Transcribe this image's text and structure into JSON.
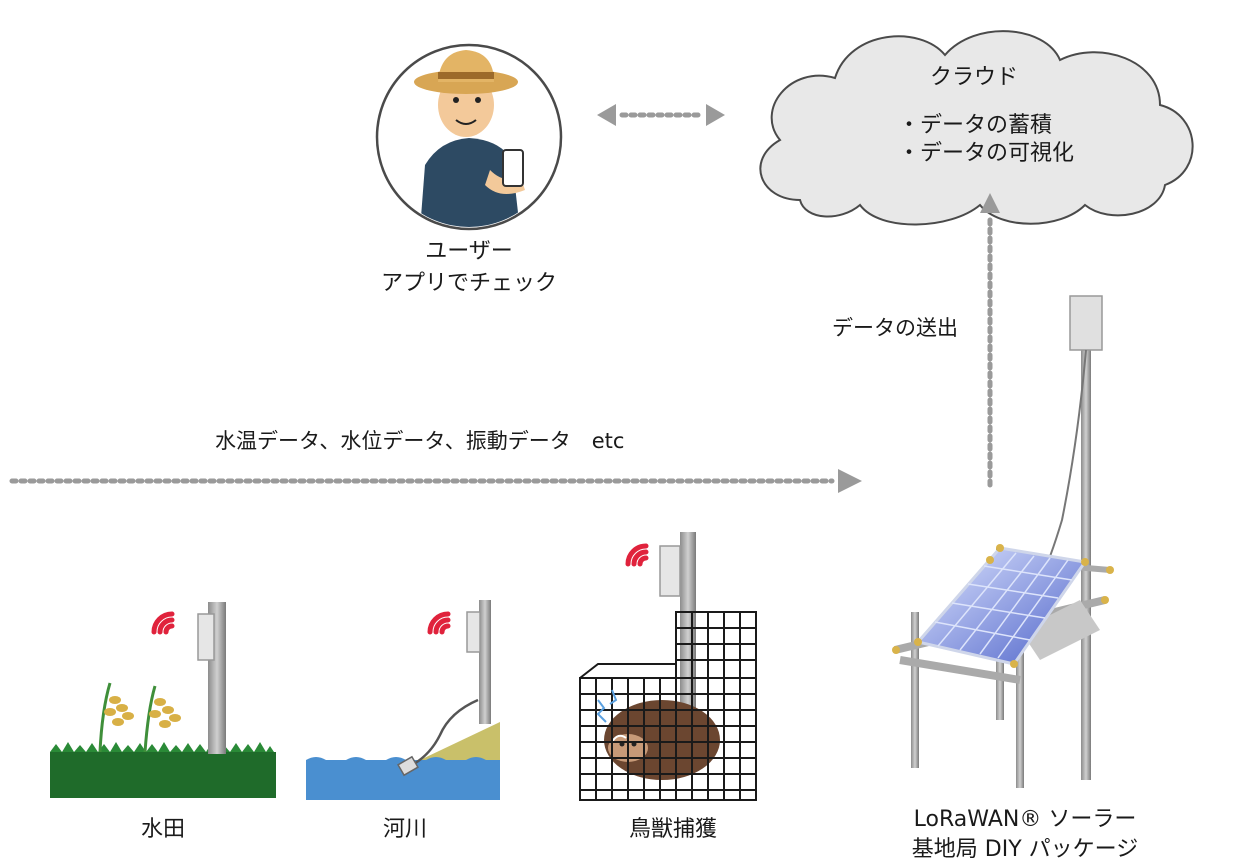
{
  "cloud": {
    "title": "クラウド",
    "items": [
      "・データの蓄積",
      "・データの可視化"
    ]
  },
  "user": {
    "line1": "ユーザー",
    "line2": "アプリでチェック"
  },
  "flows": {
    "send_label": "データの送出",
    "data_label": "水温データ、水位データ、振動データ　etc"
  },
  "sensors": [
    {
      "label": "水田"
    },
    {
      "label": "河川"
    },
    {
      "label": "鳥獣捕獲"
    }
  ],
  "station": {
    "line1": "LoRaWAN® ソーラー",
    "line2": "基地局 DIY パッケージ"
  },
  "colors": {
    "arrow": "#9a9a9a",
    "signal": "#e0223c",
    "cloud_fill": "#e6e6e6",
    "water": "#4a8fd0",
    "grass": "#1f6b2a",
    "bank": "#c9c06a",
    "boar": "#6b4630"
  }
}
